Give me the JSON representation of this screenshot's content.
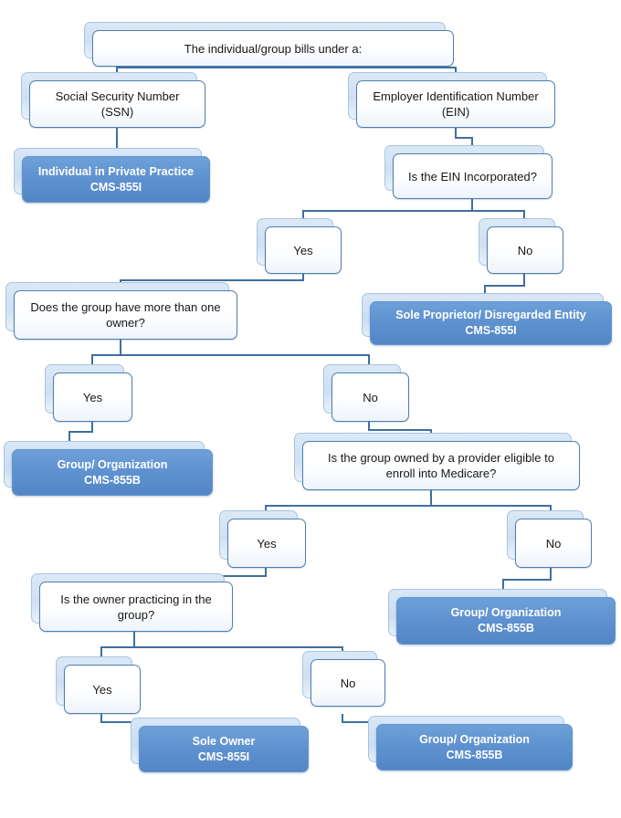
{
  "diagram": {
    "title": "Medicare enrollment application decision flowchart",
    "colors": {
      "line": "#3f6f9f",
      "filled_box": "#5e91cf",
      "plain_box_border": "#4e7fb1",
      "plain_box_fill": "#ffffff",
      "filled_text": "#ffffff",
      "plain_text": "#171717"
    },
    "nodes": [
      {
        "id": "start",
        "type": "plain",
        "line1": "The individual/group bills under a:",
        "line2": ""
      },
      {
        "id": "ssn",
        "type": "plain",
        "line1": "Social Security Number",
        "line2": "(SSN)"
      },
      {
        "id": "ein",
        "type": "plain",
        "line1": "Employer Identification Number",
        "line2": "(EIN)"
      },
      {
        "id": "ipp",
        "type": "fill",
        "line1": "Individual in Private Practice",
        "line2": "CMS-855I"
      },
      {
        "id": "ein_inc",
        "type": "plain",
        "line1": "Is the EIN Incorporated?",
        "line2": ""
      },
      {
        "id": "yes1",
        "type": "plain",
        "line1": "Yes",
        "line2": ""
      },
      {
        "id": "no1",
        "type": "plain",
        "line1": "No",
        "line2": ""
      },
      {
        "id": "more_owner",
        "type": "plain",
        "line1": "Does the group have more than one",
        "line2": "owner?"
      },
      {
        "id": "sole_prop",
        "type": "fill",
        "line1": "Sole Proprietor/ Disregarded Entity",
        "line2": "CMS-855I"
      },
      {
        "id": "yes2",
        "type": "plain",
        "line1": "Yes",
        "line2": ""
      },
      {
        "id": "no2",
        "type": "plain",
        "line1": "No",
        "line2": ""
      },
      {
        "id": "group_org_1",
        "type": "fill",
        "line1": "Group/ Organization",
        "line2": "CMS-855B"
      },
      {
        "id": "owned_elig",
        "type": "plain",
        "line1": "Is the group owned by a provider eligible to",
        "line2": "enroll into Medicare?"
      },
      {
        "id": "yes3",
        "type": "plain",
        "line1": "Yes",
        "line2": ""
      },
      {
        "id": "no3",
        "type": "plain",
        "line1": "No",
        "line2": ""
      },
      {
        "id": "owner_prac",
        "type": "plain",
        "line1": "Is the owner practicing in the",
        "line2": "group?"
      },
      {
        "id": "group_org_2",
        "type": "fill",
        "line1": "Group/ Organization",
        "line2": "CMS-855B"
      },
      {
        "id": "yes4",
        "type": "plain",
        "line1": "Yes",
        "line2": ""
      },
      {
        "id": "no4",
        "type": "plain",
        "line1": "No",
        "line2": ""
      },
      {
        "id": "sole_owner",
        "type": "fill",
        "line1": "Sole Owner",
        "line2": "CMS-855I"
      },
      {
        "id": "group_org_3",
        "type": "fill",
        "line1": "Group/ Organization",
        "line2": "CMS-855B"
      }
    ]
  }
}
